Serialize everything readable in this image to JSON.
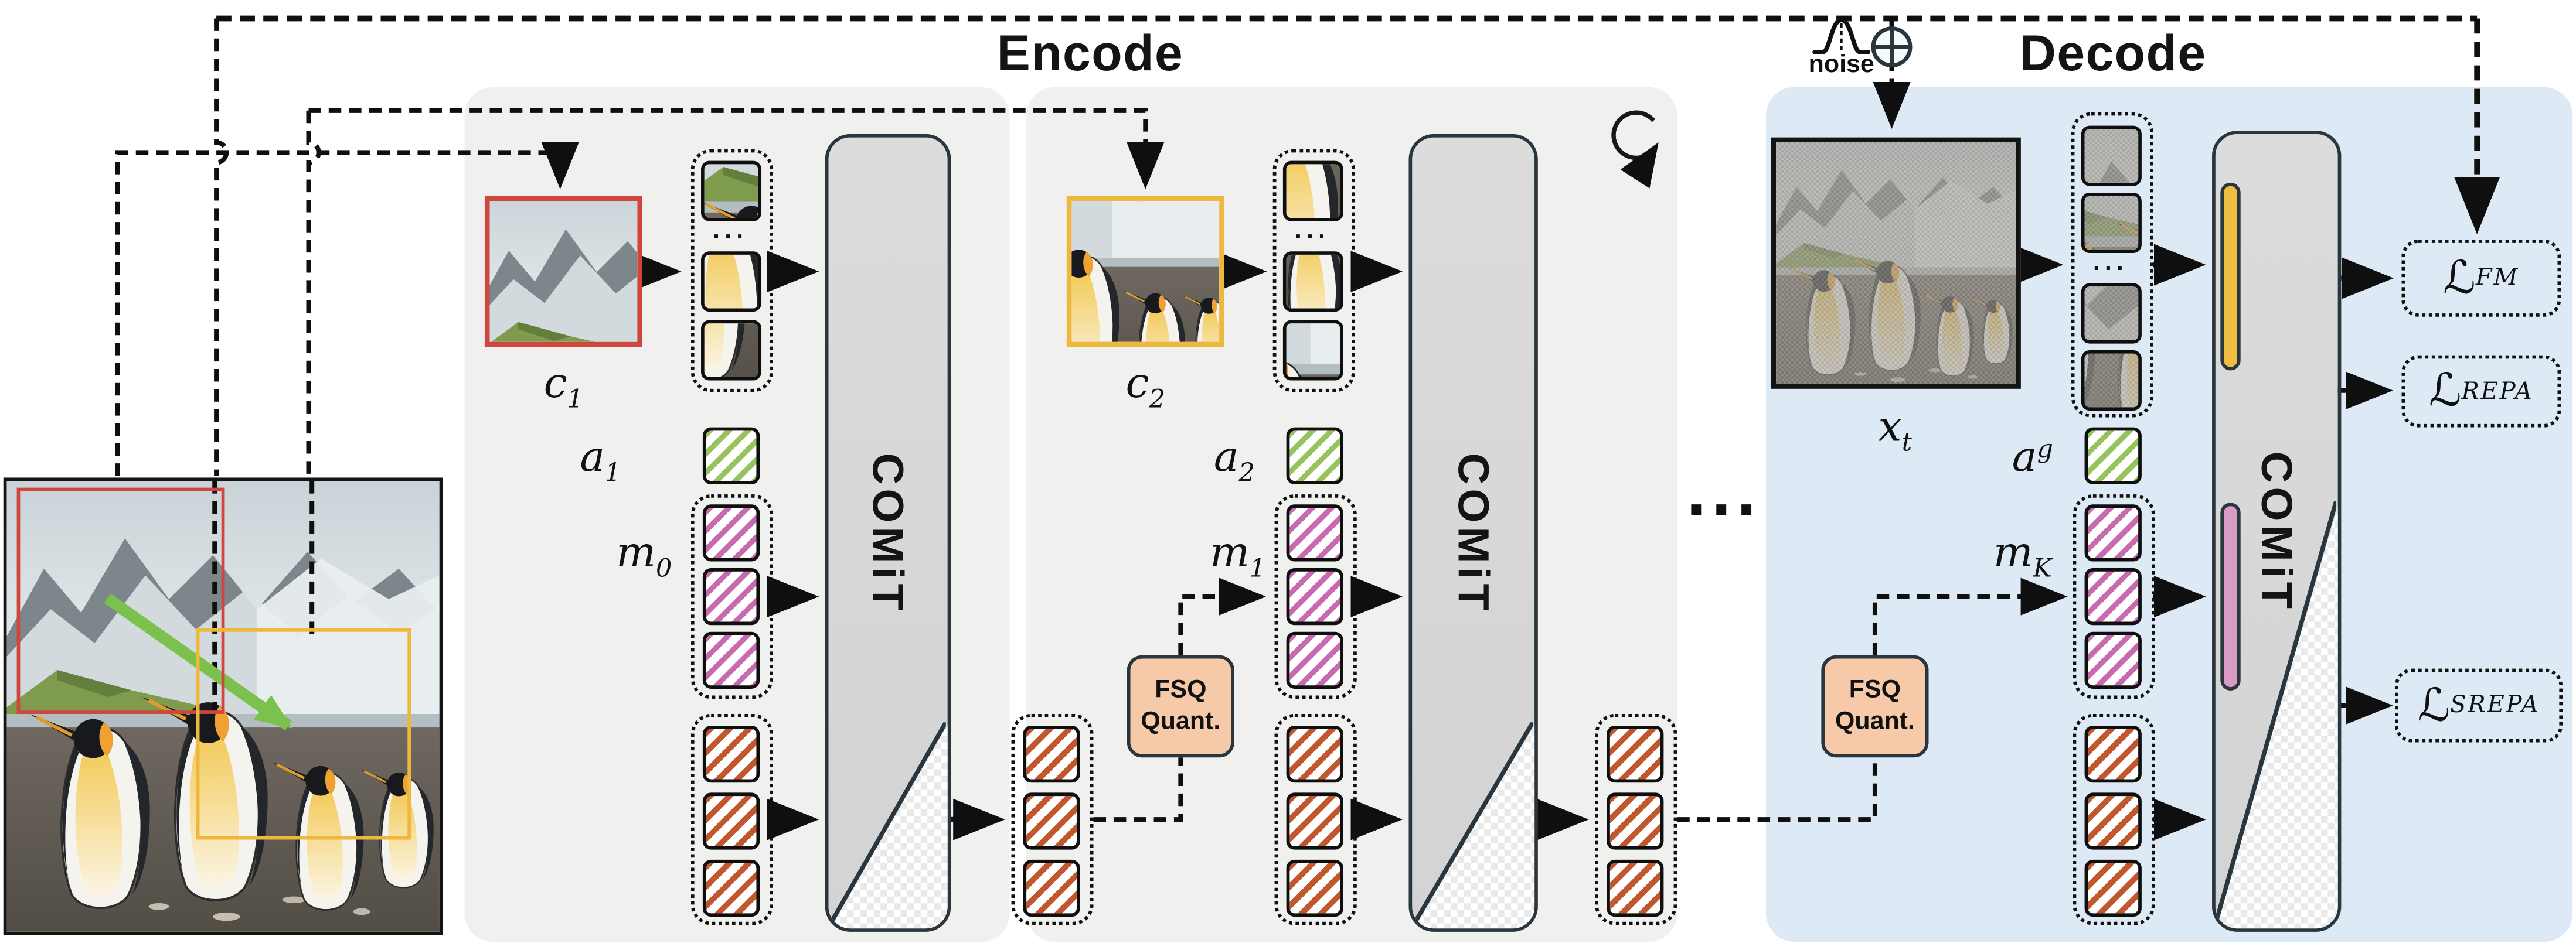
{
  "titles": {
    "encode": "Encode",
    "decode": "Decode"
  },
  "noise": {
    "label": "noise"
  },
  "comit": {
    "label": "COMiT"
  },
  "fsq": {
    "line1": "FSQ",
    "line2": "Quant."
  },
  "ellipsis": {
    "column": "···",
    "gap": "···"
  },
  "math": {
    "c1": {
      "base": "c",
      "sub": "1"
    },
    "c2": {
      "base": "c",
      "sub": "2"
    },
    "a1": {
      "base": "a",
      "sub": "1"
    },
    "a2": {
      "base": "a",
      "sub": "2"
    },
    "ag": {
      "base": "a",
      "sup": "g"
    },
    "m0": {
      "base": "m",
      "sub": "0"
    },
    "m1": {
      "base": "m",
      "sub": "1"
    },
    "mK": {
      "base": "m",
      "sub": "K"
    },
    "xt": {
      "base": "x",
      "sub": "t"
    }
  },
  "losses": {
    "fm": {
      "base": "ℒ",
      "sub": "FM"
    },
    "repa": {
      "base": "ℒ",
      "sub": "REPA"
    },
    "srepa": {
      "base": "ℒ",
      "sub": "SREPA"
    }
  },
  "colors": {
    "encode_panel": "#f0f0ee",
    "decode_panel": "#dde9f4",
    "comit_fill": "#d8d8d8",
    "outline": "#2a363e",
    "fsq_fill": "#f6c9a8",
    "token_green": "#96c35b",
    "token_pink": "#c76ab0",
    "token_orange": "#c2572e",
    "crop1_frame": "#cf463e",
    "crop2_frame": "#edb83c",
    "bar_yellow": "#eebd42",
    "bar_pink": "#d89bc5",
    "progression_arrow": "#7cc14e"
  }
}
